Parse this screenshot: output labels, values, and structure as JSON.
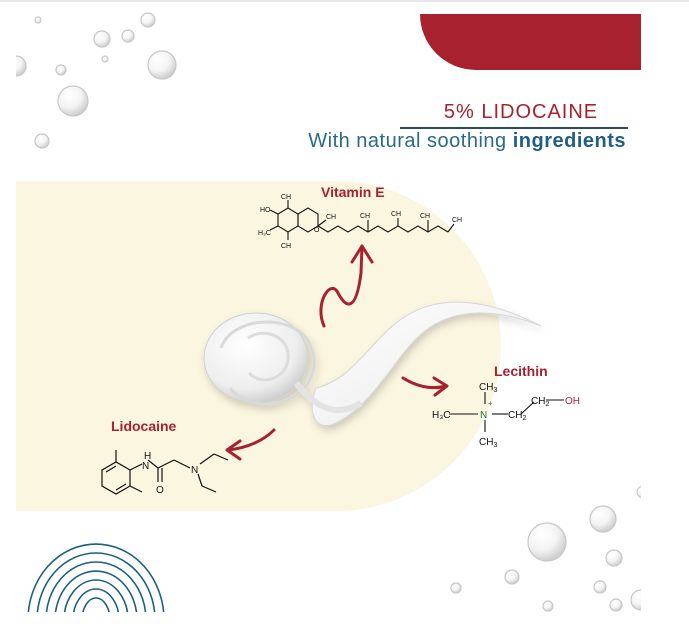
{
  "header": {
    "title": "5% LIDOCAINE",
    "subtitle_plain": "With natural soothing",
    "subtitle_bold": "ingredients"
  },
  "ingredients": {
    "vitamin_e": "Vitamin E",
    "lecithin": "Lecithin",
    "lidocaine": "Lidocaine"
  },
  "formula_labels": {
    "ch3": "CH",
    "three": "3",
    "ho": "HO",
    "h3c": "H₃C",
    "oh": "OH",
    "o": "O",
    "h": "H",
    "n": "N",
    "ch2": "CH",
    "two": "2",
    "plus": "+"
  },
  "colors": {
    "brand_red": "#a8212e",
    "navy": "#2a4a5e",
    "blue_text": "#2a6a8a",
    "cream_bg": "#fbf6df"
  }
}
